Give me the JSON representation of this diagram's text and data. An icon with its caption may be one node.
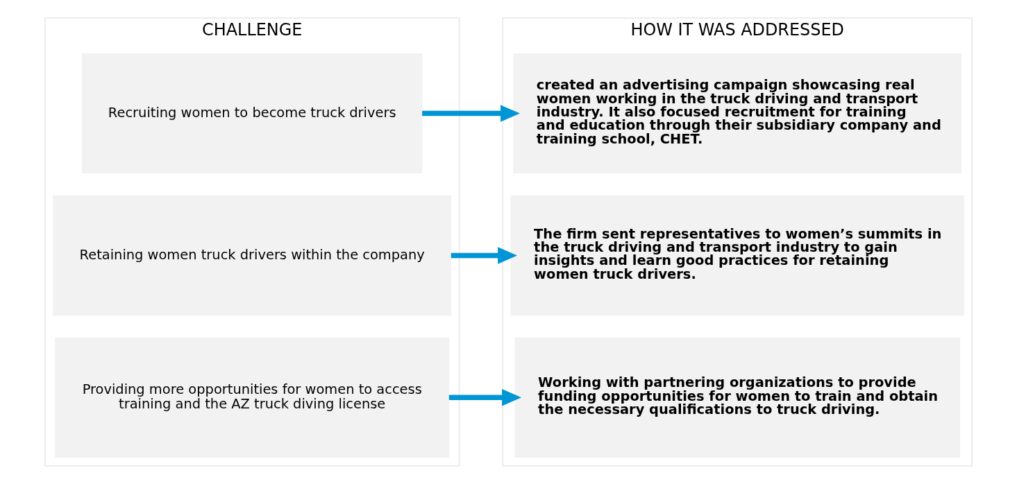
{
  "diagram": {
    "nodes": [
      {
        "text": [
          "CHALLENGE"
        ]
      },
      {
        "text": [
          "Recruiting women to become truck drivers"
        ],
        "in": 0
      },
      {
        "text": [
          "Retaining women truck drivers within the company"
        ],
        "in": 0
      },
      {
        "text": [
          "Providing more opportunities for women to access training and the AZ truck diving license"
        ],
        "in": 0
      },
      {
        "text": [
          "HOW IT WAS ADDRESSED"
        ]
      },
      {
        "text": [
          "created an advertising campaign showcasing real women working in the truck driving and transport industry. It also focused recruitment for training and education through their subsidiary company and training school, CHET."
        ],
        "in": 4
      },
      {
        "text": [
          "The firm sent representatives to women’s summits in the truck driving and transport industry to gain insights and learn good practices for retaining women truck drivers."
        ],
        "in": 4
      },
      {
        "text": [
          "Working with partnering organizations to provide funding opportunities for women to train and obtain the necessary qualifications to truck driving."
        ],
        "in": 4
      }
    ],
    "edges": [
      {
        "from": 1,
        "to": 5,
        "arrow": "to"
      },
      {
        "from": 2,
        "to": 6,
        "arrow": "to"
      },
      {
        "from": 3,
        "to": 7,
        "arrow": "to"
      }
    ]
  }
}
